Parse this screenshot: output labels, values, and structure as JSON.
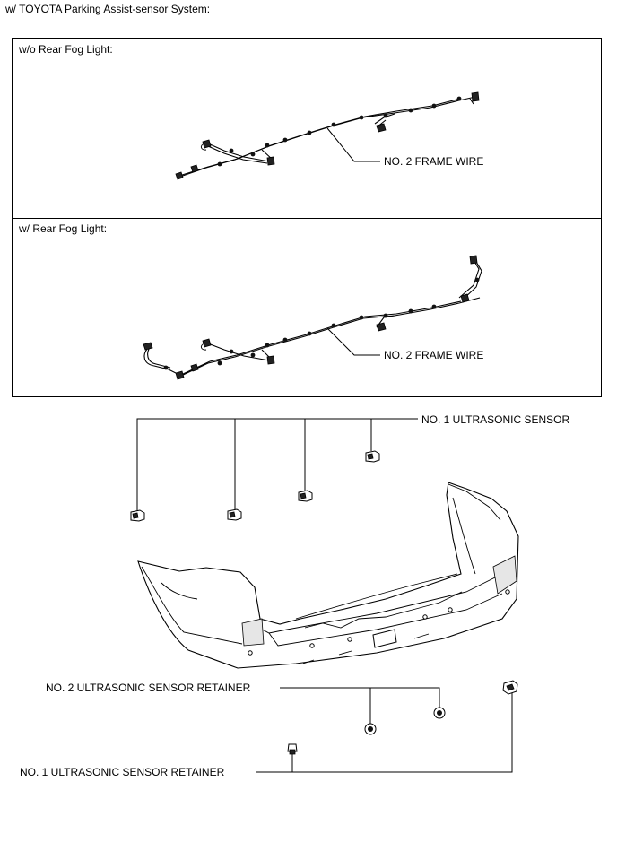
{
  "header": {
    "title": "w/ TOYOTA Parking Assist-sensor System:"
  },
  "panel_without_fog": {
    "label": "w/o Rear Fog Light:",
    "callout": "NO. 2 FRAME WIRE"
  },
  "panel_with_fog": {
    "label": "w/ Rear Fog Light:",
    "callout": "NO. 2 FRAME WIRE"
  },
  "bumper_section": {
    "sensor_callout": "NO. 1 ULTRASONIC SENSOR",
    "retainer2_callout": "NO. 2 ULTRASONIC SENSOR RETAINER",
    "retainer1_callout": "NO. 1 ULTRASONIC SENSOR RETAINER"
  }
}
